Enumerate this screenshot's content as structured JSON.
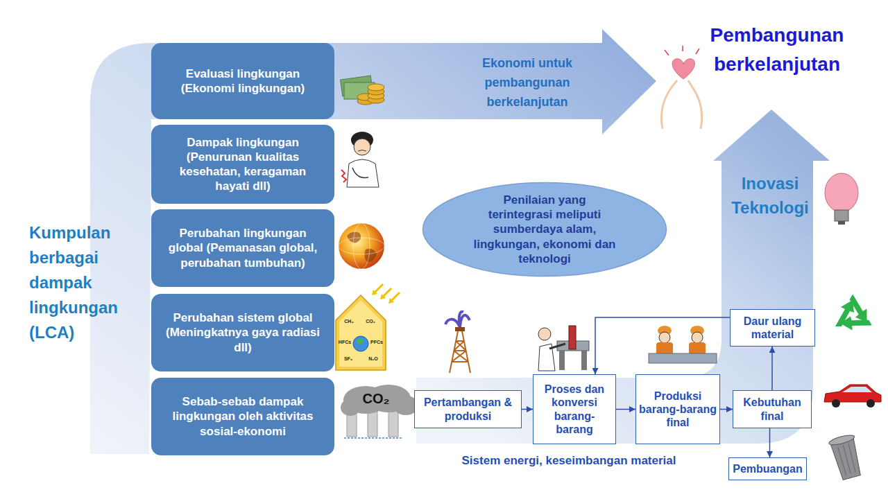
{
  "diagram": {
    "nodes": [
      {
        "text": [
          "Evaluasi lingkungan (Ekonomi lingkungan)"
        ]
      },
      {
        "text": [
          "Dampak lingkungan (Penurunan kualitas kesehatan, keragaman hayati dll)"
        ]
      },
      {
        "text": [
          "Perubahan lingkungan global (Pemanasan global, perubahan tumbuhan)"
        ]
      },
      {
        "text": [
          "Perubahan sistem global (Meningkatnya gaya radiasi dll)"
        ]
      },
      {
        "text": [
          "Sebab-sebab dampak lingkungan oleh aktivitas sosial-ekonomi"
        ]
      },
      {
        "text": [
          "Penilaian yang terintegrasi meliputi sumberdaya alam, lingkungan, ekonomi dan teknologi"
        ]
      },
      {
        "text": [
          "Pertambangan & produksi"
        ]
      },
      {
        "text": [
          "Proses dan konversi barang-barang"
        ]
      },
      {
        "text": [
          "Produksi barang-barang final"
        ]
      },
      {
        "text": [
          "Kebutuhan final"
        ]
      },
      {
        "text": [
          "Daur ulang material"
        ]
      },
      {
        "text": [
          "Pembuangan"
        ]
      }
    ],
    "edges": [
      {
        "from": 6,
        "to": 7,
        "arrow": "to"
      },
      {
        "from": 7,
        "to": 8,
        "arrow": "to"
      },
      {
        "from": 8,
        "to": 9,
        "arrow": "to"
      },
      {
        "from": 9,
        "to": 10,
        "arrow": "to"
      },
      {
        "from": 9,
        "to": 11,
        "arrow": "to"
      },
      {
        "from": 10,
        "to": 7,
        "arrow": "to"
      }
    ],
    "labels": [
      "Pembangunan berkelanjutan",
      "Ekonomi untuk pembangunan berkelanjutan",
      "Kumpulan berbagai dampak lingkungan (LCA)",
      "Inovasi Teknologi",
      "Sistem energi, keseimbangan material",
      "CH₄",
      "CO₂",
      "HFCs",
      "PFCs",
      "N₂O",
      "SF₆",
      "CO₂"
    ]
  }
}
